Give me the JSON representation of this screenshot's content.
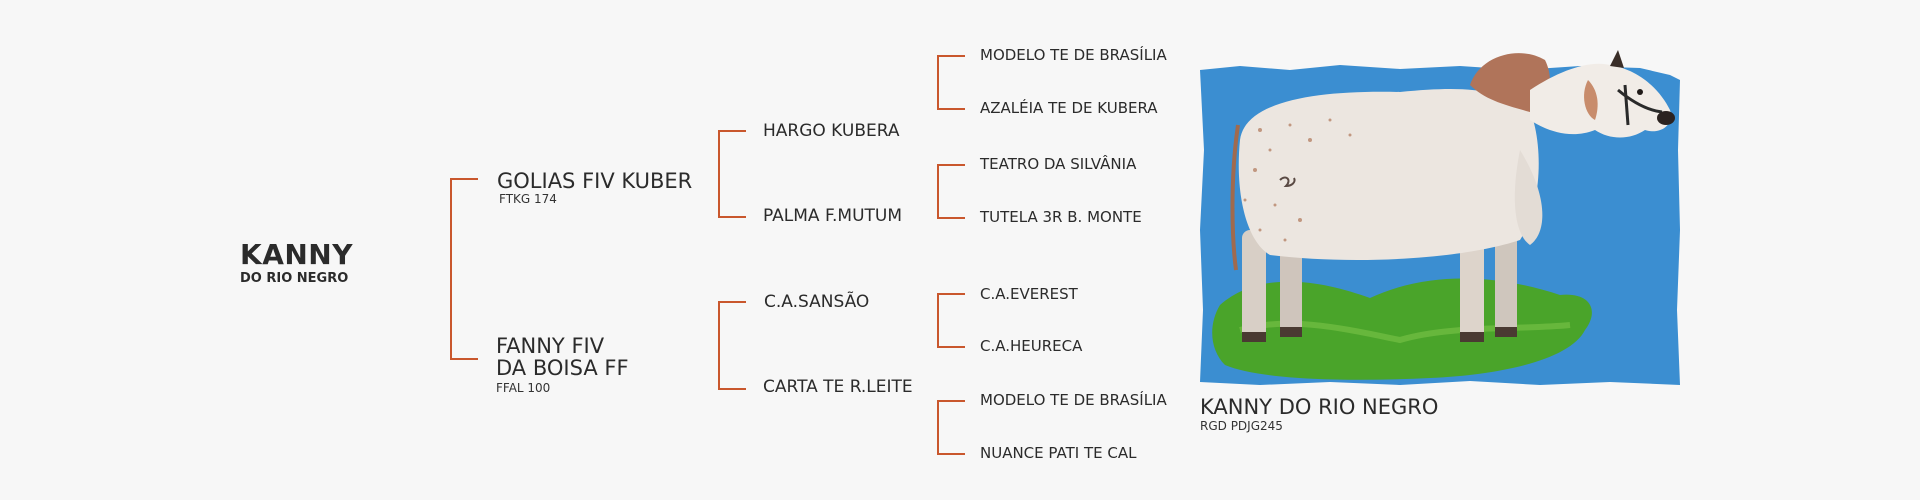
{
  "subject": {
    "name": "KANNY",
    "suffix": "DO RIO NEGRO"
  },
  "sire": {
    "name": "GOLIAS FIV KUBER",
    "registration": "FTKG 174"
  },
  "dam": {
    "name_line1": "FANNY FIV",
    "name_line2": "DA BOISA FF",
    "registration": "FFAL 100"
  },
  "grandparents": {
    "sire_sire": "HARGO KUBERA",
    "sire_dam": "PALMA F.MUTUM",
    "dam_sire": "C.A.SANSÃO",
    "dam_dam": "CARTA TE R.LEITE"
  },
  "great_grandparents": [
    "MODELO TE DE BRASÍLIA",
    "AZALÉIA TE DE KUBERA",
    "TEATRO DA SILVÂNIA",
    "TUTELA 3R B. MONTE",
    "C.A.EVEREST",
    "C.A.HEURECA",
    "MODELO TE DE BRASÍLIA",
    "NUANCE PATI TE CAL"
  ],
  "photo": {
    "caption": "KANNY DO RIO NEGRO",
    "registration": "RGD PDJG245"
  },
  "colors": {
    "accent": "#c9572d",
    "sky": "#3b8ed1",
    "grass": "#4aa42a",
    "text": "#2b2b2b"
  },
  "icons": {
    "photo": "cattle-photo-icon"
  }
}
